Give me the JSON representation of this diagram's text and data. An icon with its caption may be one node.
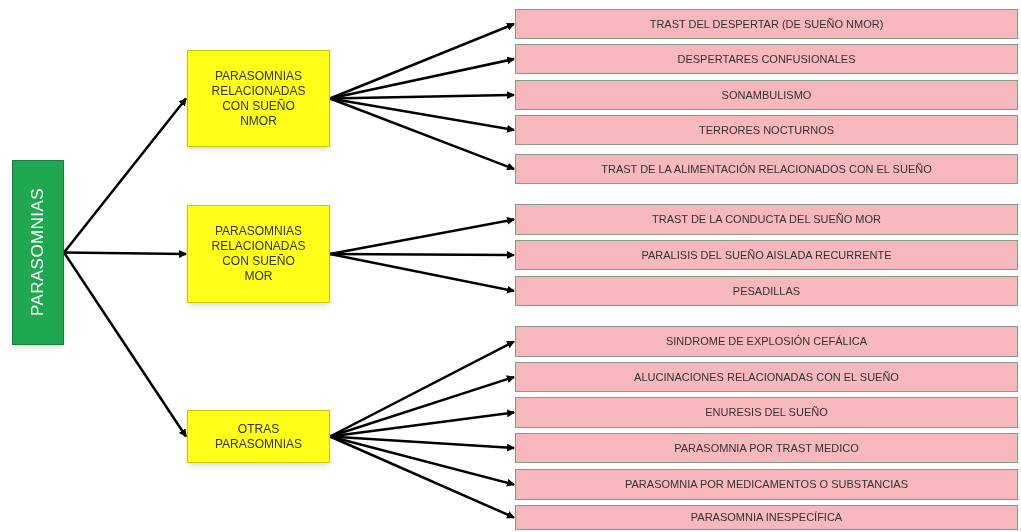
{
  "diagram": {
    "nodes": [
      {
        "text": [
          "PARASOMNIAS"
        ]
      },
      {
        "text": [
          "PARASOMNIAS RELACIONADAS CON SUEÑO NMOR"
        ]
      },
      {
        "text": [
          "TRAST DEL DESPERTAR (DE SUEÑO NMOR)"
        ]
      },
      {
        "text": [
          "DESPERTARES CONFUSIONALES"
        ]
      },
      {
        "text": [
          "SONAMBULISMO"
        ]
      },
      {
        "text": [
          "TERRORES NOCTURNOS"
        ]
      },
      {
        "text": [
          "TRAST DE LA ALIMENTACIÓN RELACIONADOS CON EL SUEÑO"
        ]
      },
      {
        "text": [
          "PARASOMNIAS RELACIONADAS CON SUEÑO MOR"
        ]
      },
      {
        "text": [
          "TRAST DE LA CONDUCTA DEL SUEÑO MOR"
        ]
      },
      {
        "text": [
          "PARALISIS DEL SUEÑO AISLADA RECURRENTE"
        ]
      },
      {
        "text": [
          "PESADILLAS"
        ]
      },
      {
        "text": [
          "OTRAS PARASOMNIAS"
        ]
      },
      {
        "text": [
          "SINDROME DE EXPLOSIÓN CEFÁLICA"
        ]
      },
      {
        "text": [
          "ALUCINACIONES RELACIONADAS CON EL SUEÑO"
        ]
      },
      {
        "text": [
          "ENURESIS DEL SUEÑO"
        ]
      },
      {
        "text": [
          "PARASOMNIA POR TRAST MEDICO"
        ]
      },
      {
        "text": [
          "PARASOMNIA POR MEDICAMENTOS O SUBSTANCIAS"
        ]
      },
      {
        "text": [
          "PARASOMNIA INESPECÍFICA"
        ]
      }
    ],
    "edges": [
      {
        "from": 0,
        "to": 1,
        "arrow": "to"
      },
      {
        "from": 0,
        "to": 7,
        "arrow": "to"
      },
      {
        "from": 0,
        "to": 11,
        "arrow": "to"
      },
      {
        "from": 1,
        "to": 2,
        "arrow": "to"
      },
      {
        "from": 1,
        "to": 3,
        "arrow": "to"
      },
      {
        "from": 1,
        "to": 4,
        "arrow": "to"
      },
      {
        "from": 1,
        "to": 5,
        "arrow": "to"
      },
      {
        "from": 1,
        "to": 6,
        "arrow": "to"
      },
      {
        "from": 7,
        "to": 8,
        "arrow": "to"
      },
      {
        "from": 7,
        "to": 9,
        "arrow": "to"
      },
      {
        "from": 7,
        "to": 10,
        "arrow": "to"
      },
      {
        "from": 11,
        "to": 12,
        "arrow": "to"
      },
      {
        "from": 11,
        "to": 13,
        "arrow": "to"
      },
      {
        "from": 11,
        "to": 14,
        "arrow": "to"
      },
      {
        "from": 11,
        "to": 15,
        "arrow": "to"
      },
      {
        "from": 11,
        "to": 16,
        "arrow": "to"
      },
      {
        "from": 11,
        "to": 17,
        "arrow": "to"
      }
    ]
  }
}
